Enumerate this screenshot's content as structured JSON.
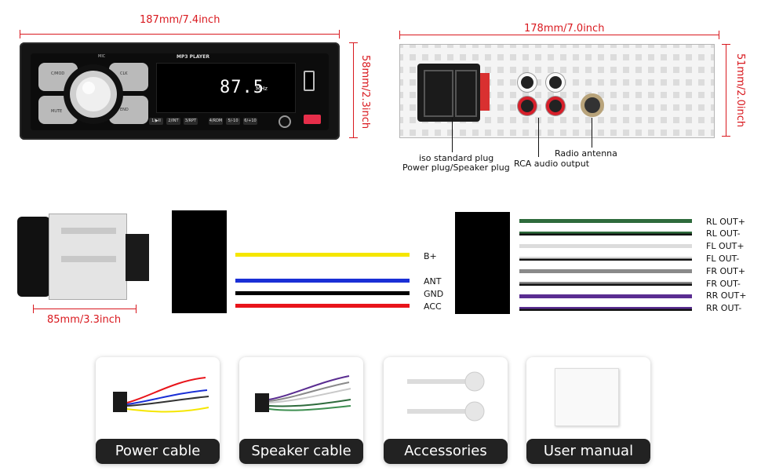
{
  "dimensions": {
    "front_width": "187mm/7.4inch",
    "front_height": "58mm/2.3inch",
    "back_width": "178mm/7.0inch",
    "back_height": "51mm/2.0inch",
    "depth": "85mm/3.3inch"
  },
  "head_unit": {
    "brand_label": "MP3 PLAYER",
    "mic_label": "MIC",
    "frequency": "87.5",
    "freq_unit": "MHz",
    "btn_cmod": "C/MOD",
    "btn_clk": "CLK",
    "btn_mute": "MUTE",
    "btn_end": "END",
    "presets": [
      "1/▶II",
      "2/INT",
      "3/RPT",
      "4/RDM",
      "5/-10",
      "6/+10"
    ]
  },
  "back_labels": {
    "iso_line1": "iso standard plug",
    "iso_line2": "Power plug/Speaker plug",
    "rca": "RCA audio output",
    "antenna": "Radio antenna"
  },
  "power_wires": [
    {
      "label": "B+",
      "color": "#f5e600"
    },
    {
      "label": "ANT",
      "color": "#1a2fd6"
    },
    {
      "label": "GND",
      "color": "#000000"
    },
    {
      "label": "ACC",
      "color": "#e8141a"
    }
  ],
  "speaker_wires": [
    {
      "label": "RL OUT+",
      "color": "#2e6b3c"
    },
    {
      "label": "RL OUT-",
      "color": "#2e6b3c"
    },
    {
      "label": "FL OUT+",
      "color": "#dcdcdc"
    },
    {
      "label": "FL OUT-",
      "color": "#dcdcdc"
    },
    {
      "label": "FR OUT+",
      "color": "#8a8a8a"
    },
    {
      "label": "FR OUT-",
      "color": "#8a8a8a"
    },
    {
      "label": "RR OUT+",
      "color": "#5a2d91"
    },
    {
      "label": "RR OUT-",
      "color": "#5a2d91"
    }
  ],
  "accessories": {
    "power_cable": "Power cable",
    "speaker_cable": "Speaker cable",
    "accessories": "Accessories",
    "user_manual": "User manual"
  }
}
